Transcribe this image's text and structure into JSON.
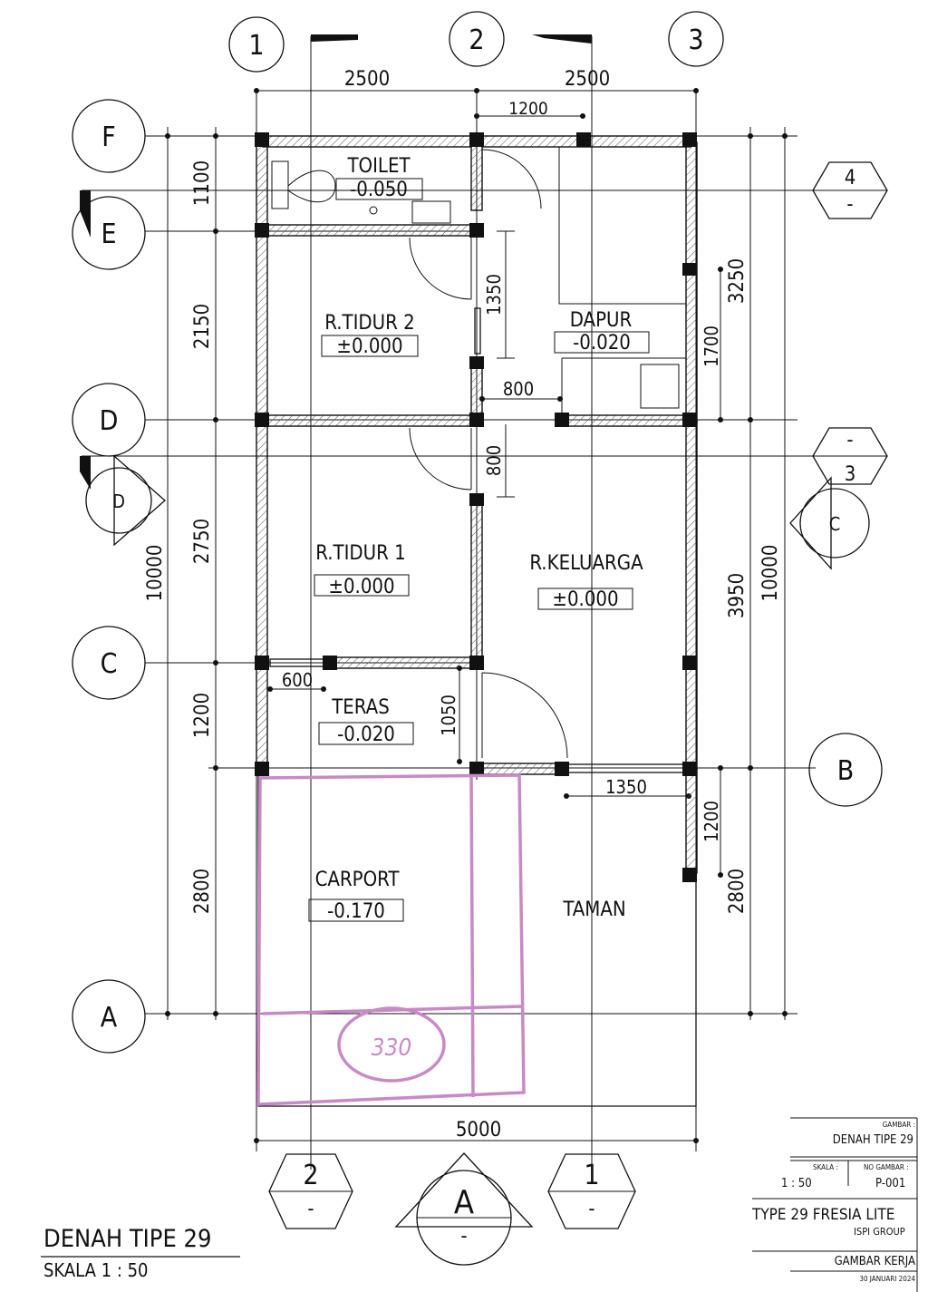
{
  "grid": {
    "columns": [
      "1",
      "2",
      "3"
    ],
    "rows": [
      "F",
      "E",
      "D",
      "C",
      "B",
      "A"
    ]
  },
  "dimensions": {
    "top": [
      "2500",
      "2500",
      "1200"
    ],
    "left_outer": "10000",
    "left_inner": [
      "1100",
      "2150",
      "2750",
      "1200",
      "2800"
    ],
    "right_outer": "10000",
    "right_inner": [
      "3250",
      "3950",
      "2800"
    ],
    "interior": [
      "1350",
      "1700",
      "800",
      "800",
      "600",
      "1050",
      "1350",
      "1200"
    ],
    "bottom": "5000"
  },
  "rooms": [
    {
      "name": "TOILET",
      "level": "-0.050"
    },
    {
      "name": "R.TIDUR 2",
      "level": "±0.000"
    },
    {
      "name": "DAPUR",
      "level": "-0.020"
    },
    {
      "name": "R.TIDUR 1",
      "level": "±0.000"
    },
    {
      "name": "R.KELUARGA",
      "level": "±0.000"
    },
    {
      "name": "TERAS",
      "level": "-0.020"
    },
    {
      "name": "CARPORT",
      "level": "-0.170"
    },
    {
      "name": "TAMAN",
      "level": ""
    }
  ],
  "sections": {
    "right_top": {
      "number": "4",
      "sheet": "-"
    },
    "right_mid": {
      "number": "3",
      "sheet": "-"
    },
    "bottom_left": {
      "number": "2",
      "sheet": "-"
    },
    "bottom_center": {
      "number": "A",
      "sheet": "-"
    },
    "bottom_right": {
      "number": "1",
      "sheet": "-"
    }
  },
  "elevations": {
    "left": "D",
    "right": "C"
  },
  "annotation": "330",
  "title": {
    "heading": "DENAH TIPE 29",
    "scale": "SKALA  1 : 50"
  },
  "title_block": {
    "gambar_label": "GAMBAR :",
    "gambar_value": "DENAH TIPE 29",
    "skala_label": "SKALA :",
    "skala_value": "1 : 50",
    "no_label": "NO GAMBAR :",
    "no_value": "P-001",
    "project": "TYPE 29 FRESIA LITE",
    "company": "ISPI GROUP",
    "stage": "GAMBAR KERJA",
    "date": "30 JANUARI 2024"
  },
  "colors": {
    "ink": "#111111",
    "annotation": "#c889c6"
  }
}
